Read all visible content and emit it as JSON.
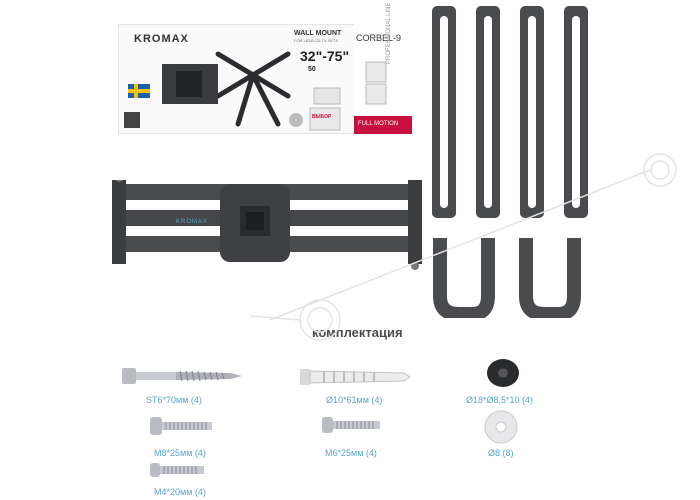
{
  "package": {
    "brand": "KROMAX",
    "product_title": "WALL MOUNT",
    "product_subtitle": "FOR LED/LCD TV-SETS",
    "model": "CORBEL-9",
    "size_range": "32\"-75\"",
    "max_load": "50",
    "vertical_text": "PROFESSIONAL LINE",
    "motion_text": "FULL MOTION",
    "badge_text": "ВЫБОР"
  },
  "bracket": {
    "brand": "KROMAX"
  },
  "section_title": "комплектация",
  "parts": [
    {
      "label": "ST6*70мм (4)",
      "icon": "lag-screw-icon"
    },
    {
      "label": "Ø10*61мм (4)",
      "icon": "wall-anchor-icon"
    },
    {
      "label": "Ø18*Ø8.5*10 (4)",
      "icon": "spacer-icon"
    },
    {
      "label": "M8*25мм (4)",
      "icon": "bolt-icon"
    },
    {
      "label": "M6*25мм (4)",
      "icon": "bolt-icon"
    },
    {
      "label": "Ø8 (8)",
      "icon": "washer-icon"
    },
    {
      "label": "M4*20мм (4)",
      "icon": "bolt-icon"
    }
  ],
  "colors": {
    "metal": "#4a4b4f",
    "metal_light": "#6b6c70",
    "label": "#5aa6c9",
    "accent": "#c8103e"
  }
}
